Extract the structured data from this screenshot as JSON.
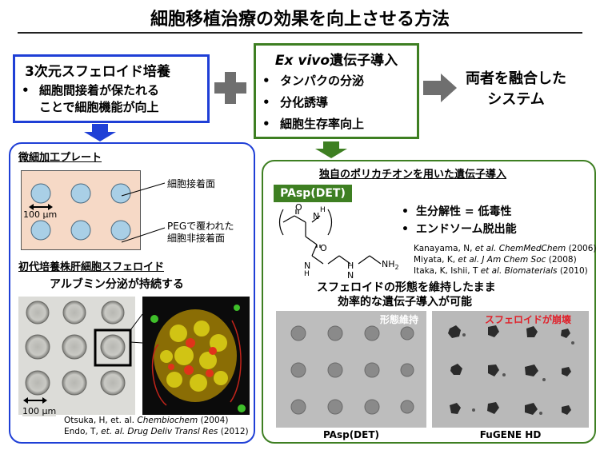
{
  "title": "細胞移植治療の効果を向上させる方法",
  "box_3d": {
    "heading": "3次元スフェロイド培養",
    "bullet_1_line_1": "細胞間接着が保たれる",
    "bullet_1_line_2": "ことで細胞機能が向上"
  },
  "box_gene": {
    "heading_italic": "Ex vivo",
    "heading_rest": "遺伝子導入",
    "bullets": [
      "タンパクの分泌",
      "分化誘導",
      "細胞生存率向上"
    ]
  },
  "result": {
    "line_1": "両者を融合した",
    "line_2": "システム"
  },
  "left_panel": {
    "plate_heading": "微細加工プレート",
    "label_adhesive": "細胞接着面",
    "label_peg_1": "PEGで覆われた",
    "label_peg_2": "細胞非接着面",
    "scale_plate": "100 μm",
    "spheroid_heading": "初代培養株肝細胞スフェロイド",
    "albumin": "アルブミン分泌が持続する",
    "scale_photo": "100 μm",
    "ref_1_plain": "Otsuka, H, et. al. ",
    "ref_1_italic": "Chembiochem",
    "ref_1_tail": " (2004)",
    "ref_2_plain": "Endo, T, ",
    "ref_2_italic": "et. al. Drug Deliv Transl Res",
    "ref_2_tail": " (2012)"
  },
  "right_panel": {
    "heading": "独自のポリカチオンを用いた遺伝子導入",
    "pasp_badge": "PAsp(DET)",
    "prop_1": "生分解性 = 低毒性",
    "prop_2": "エンドソーム脱出能",
    "refs": [
      {
        "plain": "Kanayama, N, ",
        "italic": "et al. ChemMedChem",
        "tail": " (2006)"
      },
      {
        "plain": "Miyata, K, ",
        "italic": "et al. J Am Chem Soc",
        "tail": " (2008)"
      },
      {
        "plain": "Itaka, K, Ishii, T ",
        "italic": "et al. Biomaterials",
        "tail": " (2010)"
      }
    ],
    "summary_1": "スフェロイドの形態を維持したまま",
    "summary_2": "効率的な遺伝子導入が可能",
    "img1_tag": "形態維持",
    "img2_tag": "スフェロイドが崩壊",
    "img1_caption": "PAsp(DET)",
    "img2_caption": "FuGENE HD",
    "chem": {
      "o1": "O",
      "nh": "N",
      "h": "H",
      "o2": "O",
      "nh2": "NH",
      "two": "2",
      "n": "N",
      "hh": "H",
      "hn": "H",
      "nb": "N",
      "hb": "H"
    }
  },
  "colors": {
    "blue": "#1f3fd6",
    "green": "#3e7f22",
    "red": "#e0202a",
    "peach": "#f6d9c6",
    "well": "#a9cfe6"
  }
}
